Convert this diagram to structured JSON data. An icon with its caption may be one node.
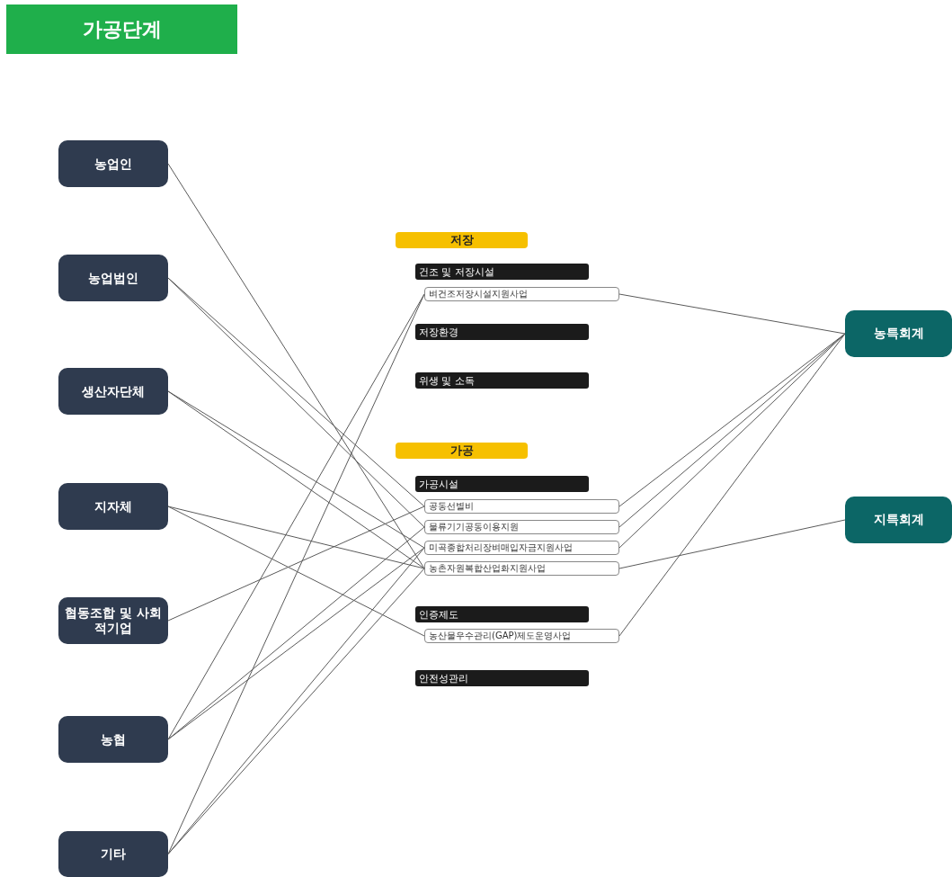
{
  "diagram": {
    "title": "가공단계",
    "nodes": [
      {
        "text": [
          "농업인"
        ]
      },
      {
        "text": [
          "농업법인"
        ]
      },
      {
        "text": [
          "생산자단체"
        ]
      },
      {
        "text": [
          "지자체"
        ]
      },
      {
        "text": [
          "협동조합 및 사회적기업"
        ]
      },
      {
        "text": [
          "농협"
        ]
      },
      {
        "text": [
          "기타"
        ]
      },
      {
        "text": [
          "저장"
        ]
      },
      {
        "text": [
          "건조 및 저장시설"
        ]
      },
      {
        "text": [
          "벼건조저장시설지원사업"
        ]
      },
      {
        "text": [
          "저장환경"
        ]
      },
      {
        "text": [
          "위생 및 소독"
        ]
      },
      {
        "text": [
          "가공"
        ]
      },
      {
        "text": [
          "가공시설"
        ]
      },
      {
        "text": [
          "공동선별비"
        ]
      },
      {
        "text": [
          "물류기기공동이용지원"
        ]
      },
      {
        "text": [
          "미곡종합처리장벼매입자금지원사업"
        ]
      },
      {
        "text": [
          "농촌자원복합산업화지원사업"
        ]
      },
      {
        "text": [
          "인증제도"
        ]
      },
      {
        "text": [
          "농산물우수관리(GAP)제도운영사업"
        ]
      },
      {
        "text": [
          "안전성관리"
        ]
      },
      {
        "text": [
          "농특회계"
        ]
      },
      {
        "text": [
          "지특회계"
        ]
      }
    ],
    "edges": [
      {
        "from": 0,
        "to": 17,
        "arrow": "none"
      },
      {
        "from": 1,
        "to": 14,
        "arrow": "none"
      },
      {
        "from": 1,
        "to": 15,
        "arrow": "none"
      },
      {
        "from": 2,
        "to": 16,
        "arrow": "none"
      },
      {
        "from": 2,
        "to": 17,
        "arrow": "none"
      },
      {
        "from": 3,
        "to": 17,
        "arrow": "none"
      },
      {
        "from": 3,
        "to": 19,
        "arrow": "none"
      },
      {
        "from": 4,
        "to": 14,
        "arrow": "none"
      },
      {
        "from": 5,
        "to": 9,
        "arrow": "none"
      },
      {
        "from": 5,
        "to": 15,
        "arrow": "none"
      },
      {
        "from": 5,
        "to": 16,
        "arrow": "none"
      },
      {
        "from": 6,
        "to": 9,
        "arrow": "none"
      },
      {
        "from": 6,
        "to": 16,
        "arrow": "none"
      },
      {
        "from": 6,
        "to": 17,
        "arrow": "none"
      },
      {
        "from": 9,
        "to": 21,
        "arrow": "none"
      },
      {
        "from": 14,
        "to": 21,
        "arrow": "none"
      },
      {
        "from": 15,
        "to": 21,
        "arrow": "none"
      },
      {
        "from": 16,
        "to": 21,
        "arrow": "none"
      },
      {
        "from": 19,
        "to": 21,
        "arrow": "none"
      },
      {
        "from": 17,
        "to": 22,
        "arrow": "none"
      }
    ]
  }
}
